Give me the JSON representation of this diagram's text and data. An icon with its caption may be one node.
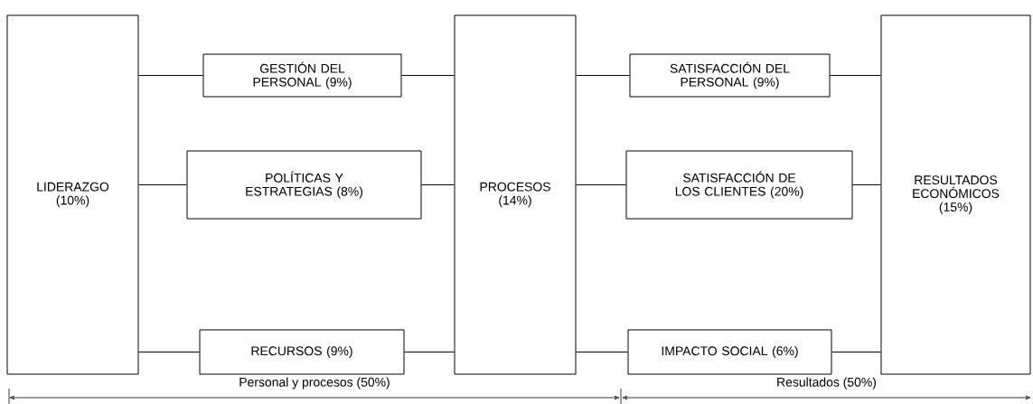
{
  "diagram": {
    "nodes": [
      {
        "text": [
          "LIDERAZGO (10%)"
        ]
      },
      {
        "text": [
          "GESTIÓN DEL PERSONAL (9%)"
        ]
      },
      {
        "text": [
          "POLÍTICAS Y ESTRATEGIAS (8%)"
        ]
      },
      {
        "text": [
          "RECURSOS (9%)"
        ]
      },
      {
        "text": [
          "PROCESOS (14%)"
        ]
      },
      {
        "text": [
          "SATISFACCIÓN DEL PERSONAL (9%)"
        ]
      },
      {
        "text": [
          "SATISFACCIÓN DE LOS CLIENTES (20%)"
        ]
      },
      {
        "text": [
          "IMPACTO SOCIAL (6%)"
        ]
      },
      {
        "text": [
          "RESULTADOS ECONÓMICOS (15%)"
        ]
      }
    ],
    "edges": [
      {
        "from": 0,
        "to": 1,
        "arrow": "none"
      },
      {
        "from": 1,
        "to": 4,
        "arrow": "none"
      },
      {
        "from": 0,
        "to": 2,
        "arrow": "none"
      },
      {
        "from": 2,
        "to": 4,
        "arrow": "none"
      },
      {
        "from": 0,
        "to": 3,
        "arrow": "none"
      },
      {
        "from": 3,
        "to": 4,
        "arrow": "none"
      },
      {
        "from": 4,
        "to": 5,
        "arrow": "none"
      },
      {
        "from": 5,
        "to": 8,
        "arrow": "none"
      },
      {
        "from": 4,
        "to": 6,
        "arrow": "none"
      },
      {
        "from": 6,
        "to": 8,
        "arrow": "none"
      },
      {
        "from": 4,
        "to": 7,
        "arrow": "none"
      },
      {
        "from": 7,
        "to": 8,
        "arrow": "none"
      }
    ],
    "labels": [
      "Personal y procesos (50%)",
      "Resultados (50%)"
    ]
  }
}
